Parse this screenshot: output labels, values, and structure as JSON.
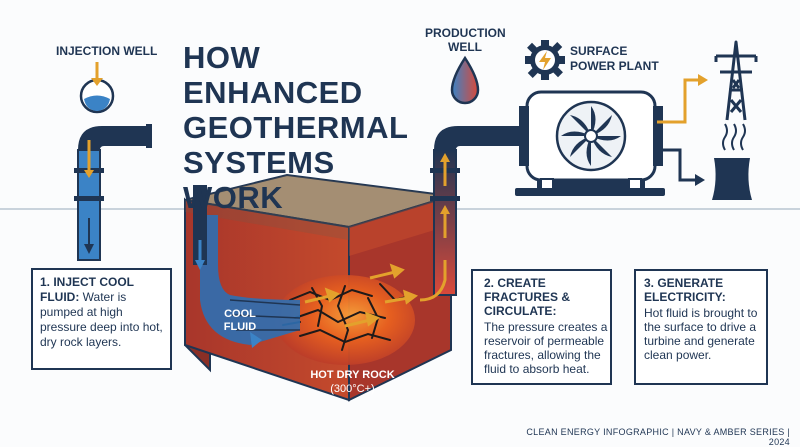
{
  "title": [
    "HOW ENHANCED",
    "GEOTHERMAL",
    "SYSTEMS WORK"
  ],
  "labels": {
    "injection_well": "INJECTION WELL",
    "production_well": [
      "PRODUCTION",
      "WELL"
    ],
    "surface_power_plant": [
      "SURFACE",
      "POWER PLANT"
    ],
    "cool_fluid": [
      "COOL",
      "FLUID"
    ],
    "hot_dry_rock": "HOT DRY ROCK",
    "hot_dry_rock_temp": "(300°C+)"
  },
  "steps": [
    {
      "heading": "1. INJECT COOL FLUID:",
      "body": "Water is pumped at high pressure deep into hot, dry rock layers."
    },
    {
      "heading": "2. CREATE FRACTURES & CIRCULATE:",
      "body": "The pressure creates a reservoir of permeable fractures, allowing the fluid to absorb heat."
    },
    {
      "heading": "3. GENERATE ELECTRICITY:",
      "body": "Hot fluid is brought to the surface to drive a turbine and generate clean power."
    }
  ],
  "footer": "CLEAN ENERGY INFOGRAPHIC  |  NAVY & AMBER SERIES  |  2024",
  "colors": {
    "navy": "#1f3553",
    "amber": "#e3a12c",
    "blue": "#3b83c6",
    "rock_red": "#c5432b",
    "rock_hot": "#f07a1e"
  },
  "icons": [
    "water-drop-icon",
    "thermometer-drop-icon",
    "gear-bolt-icon",
    "turbine-icon",
    "transmission-tower-icon",
    "cooling-tower-icon"
  ]
}
